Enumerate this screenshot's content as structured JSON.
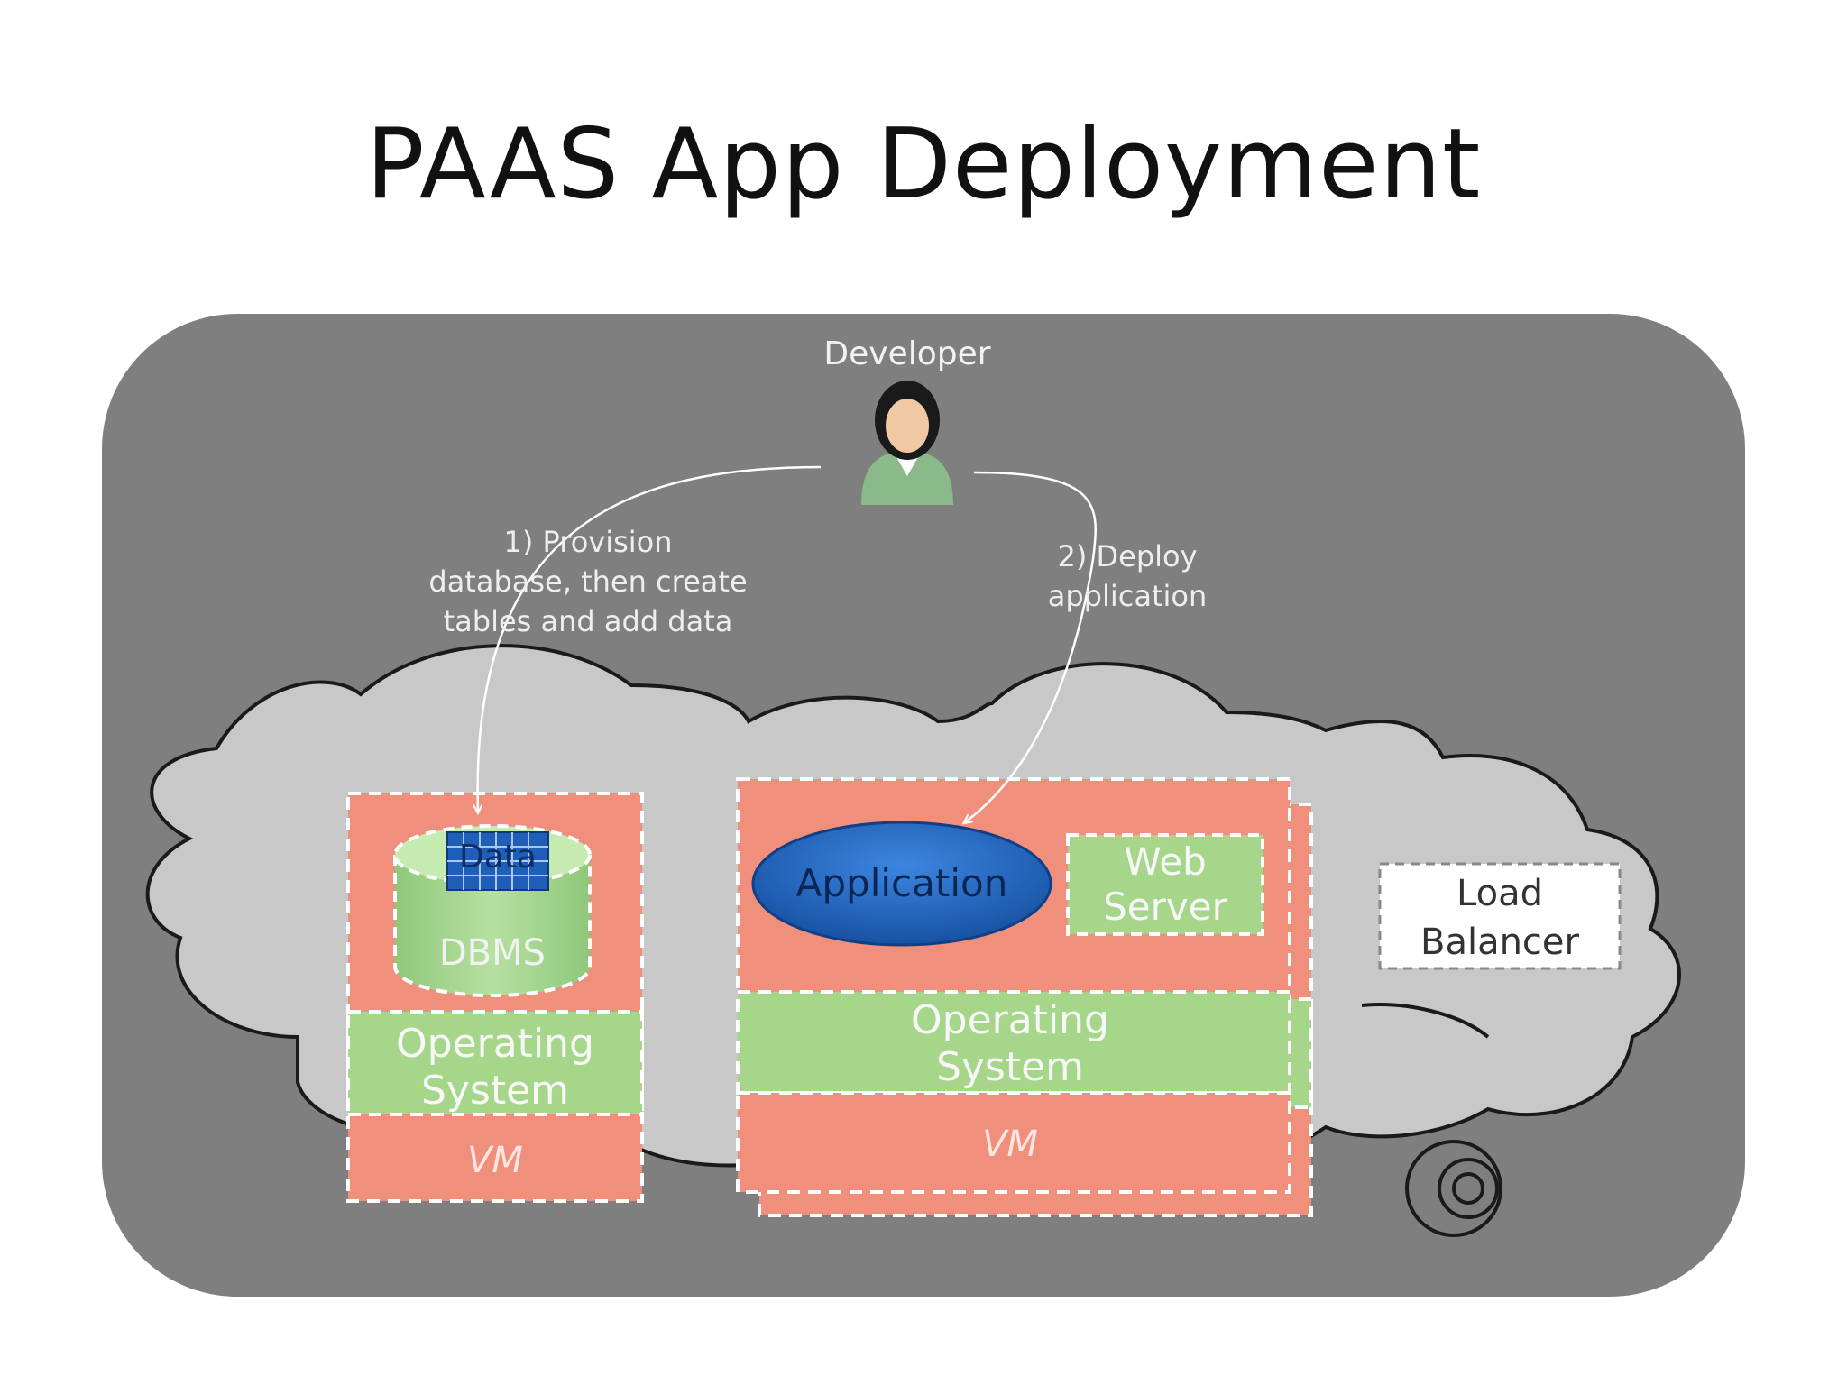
{
  "slide": {
    "title": "PAAS App Deployment"
  },
  "diagram": {
    "developer_label": "Developer",
    "step1": [
      "1) Provision",
      "database, then create",
      "tables and add data"
    ],
    "step2": [
      "2) Deploy",
      "application"
    ],
    "db_vm": {
      "data_label": "Data",
      "dbms_label": "DBMS",
      "os_label": [
        "Operating",
        "System"
      ],
      "vm_label": "VM"
    },
    "app_vm": {
      "application_label": "Application",
      "web_server_label": [
        "Web",
        "Server"
      ],
      "os_label": [
        "Operating",
        "System"
      ],
      "vm_label": "VM"
    },
    "load_balancer_label": [
      "Load",
      "Balancer"
    ]
  },
  "colors": {
    "panel": "#7f7f7f",
    "cloud": "#c8c8c8",
    "vm_salmon": "#f0907c",
    "os_green": "#a6d68a",
    "app_blue": "#1f66c4",
    "label_light": "#f2f2f2",
    "text_dark": "#333333"
  }
}
